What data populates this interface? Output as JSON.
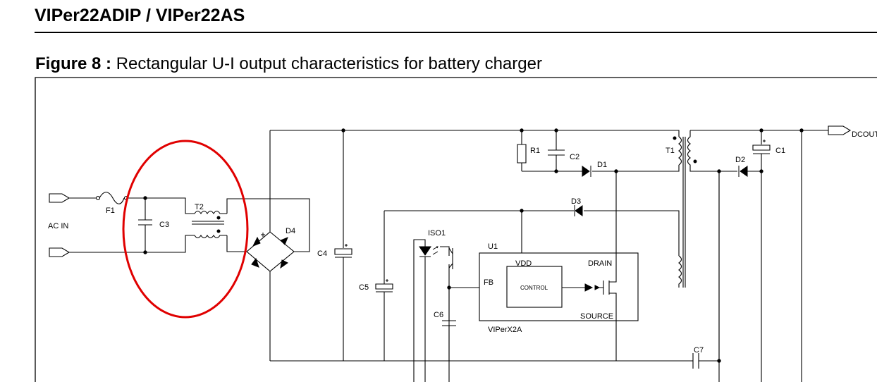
{
  "header": {
    "title": "VIPer22ADIP / VIPer22AS"
  },
  "figure": {
    "number": "Figure 8 :",
    "caption": "Rectangular U-I output characteristics for battery charger"
  },
  "schematic": {
    "labels": {
      "ac_in": "AC IN",
      "f1": "F1",
      "c3": "C3",
      "t2": "T2",
      "d4": "D4",
      "c4": "C4",
      "c5": "C5",
      "iso1": "ISO1",
      "c6": "C6",
      "u1": "U1",
      "vdd": "VDD",
      "drain": "DRAIN",
      "fb": "FB",
      "control": "CONTROL",
      "source": "SOURCE",
      "part": "VIPerX2A",
      "r1": "R1",
      "c2": "C2",
      "d1": "D1",
      "t1": "T1",
      "d3": "D3",
      "d2": "D2",
      "c1": "C1",
      "c7": "C7",
      "dcout": "DCOUT"
    },
    "highlight_color": "#e00000"
  }
}
